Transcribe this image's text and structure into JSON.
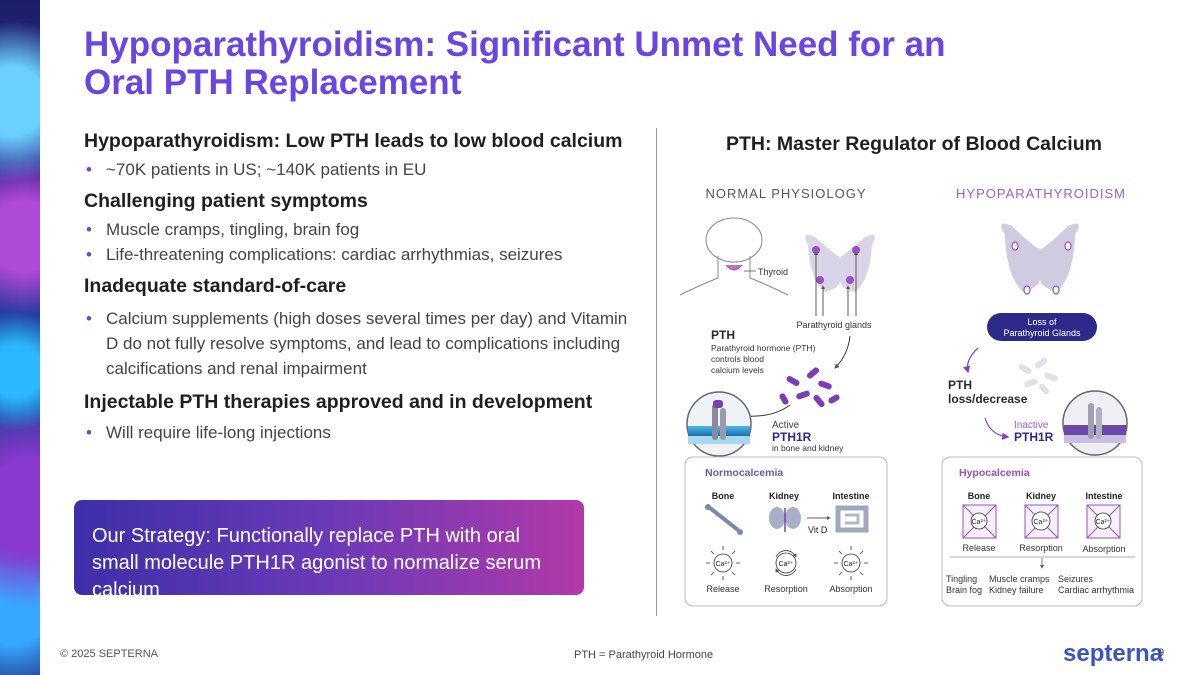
{
  "slide": {
    "title_line1": "Hypoparathyroidism: Significant Unmet Need for an",
    "title_line2": "Oral PTH Replacement"
  },
  "left": {
    "sections": [
      {
        "heading": "Hypoparathyroidism: Low PTH leads to low blood calcium",
        "bullets": [
          "~70K patients in US; ~140K patients in EU"
        ]
      },
      {
        "heading": "Challenging patient symptoms",
        "bullets": [
          "Muscle cramps, tingling, brain fog",
          "Life-threatening complications: cardiac arrhythmias, seizures"
        ]
      },
      {
        "heading": "Inadequate standard-of-care",
        "bullets": [
          "Calcium supplements (high doses several times per day) and Vitamin D do not fully resolve symptoms, and lead to complications including calcifications and renal impairment"
        ]
      },
      {
        "heading": "Injectable PTH therapies approved and in development",
        "bullets": [
          "Will require life-long injections"
        ]
      }
    ],
    "strategy": "Our Strategy: Functionally replace PTH with oral small molecule PTH1R agonist to normalize serum calcium"
  },
  "right": {
    "heading": "PTH: Master Regulator of Blood Calcium",
    "normal": {
      "label": "NORMAL PHYSIOLOGY",
      "thyroid": "Thyroid",
      "parathyroid_glands": "Parathyroid glands",
      "pth": "PTH",
      "pth_desc1": "Parathyroid hormone (PTH)",
      "pth_desc2": "controls blood",
      "pth_desc3": "calcium levels",
      "active": "Active",
      "pth1r": "PTH1R",
      "in_bone": "in bone and kidney",
      "box_title": "Normocalcemia",
      "cols": [
        "Bone",
        "Kidney",
        "Intestine"
      ],
      "vitd": "Vit D",
      "ca": "Ca²⁺",
      "bottom": [
        "Release",
        "Resorption",
        "Absorption"
      ]
    },
    "hypo": {
      "label": "HYPOPARATHYROIDISM",
      "loss1": "Loss of",
      "loss2": "Parathyroid Glands",
      "pth_loss1": "PTH",
      "pth_loss2": "loss/decrease",
      "inactive": "Inactive",
      "pth1r": "PTH1R",
      "box_title": "Hypocalcemia",
      "cols": [
        "Bone",
        "Kidney",
        "Intestine"
      ],
      "ca": "Ca²⁺",
      "row_labels": [
        "Release",
        "Resorption",
        "Absorption"
      ],
      "symptoms": [
        "Tingling",
        "Muscle cramps",
        "Seizures",
        "Brain fog",
        "Kidney failure",
        "Cardiac arrhythmia"
      ]
    }
  },
  "footer": {
    "copyright": "© 2025 SEPTERNA",
    "note": "PTH = Parathyroid Hormone",
    "logo": "septerna",
    "page": "9"
  },
  "colors": {
    "accent": "#6a45e0",
    "purple": "#7b3fb5",
    "navy": "#2d2a8a"
  }
}
